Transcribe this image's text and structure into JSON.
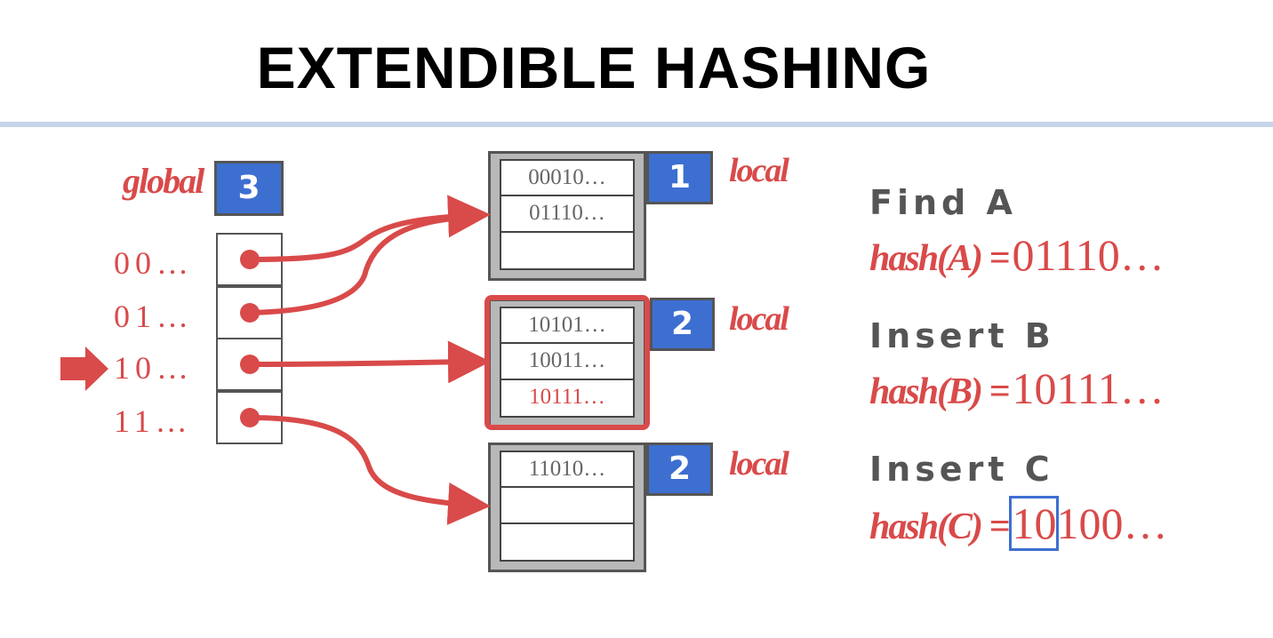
{
  "title": "EXTENDIBLE HASHING",
  "global": {
    "label": "global",
    "depth": "3"
  },
  "directory": [
    {
      "label": "00…"
    },
    {
      "label": "01…"
    },
    {
      "label": "10…"
    },
    {
      "label": "11…"
    }
  ],
  "buckets": [
    {
      "local_label": "local",
      "depth": "1",
      "entries": [
        "00010…",
        "01110…",
        ""
      ]
    },
    {
      "local_label": "local",
      "depth": "2",
      "entries": [
        "10101…",
        "10011…",
        "10111…"
      ]
    },
    {
      "local_label": "local",
      "depth": "2",
      "entries": [
        "11010…",
        "",
        ""
      ]
    }
  ],
  "operations": [
    {
      "op": "Find A",
      "fn": "hash(A) =",
      "value_prefix": "",
      "value_highlight": "",
      "value_rest": "01110…"
    },
    {
      "op": "Insert B",
      "fn": "hash(B) =",
      "value_prefix": "",
      "value_highlight": "",
      "value_rest": "10111…"
    },
    {
      "op": "Insert C",
      "fn": "hash(C) =",
      "value_prefix": "",
      "value_highlight": "10",
      "value_rest": "100…"
    }
  ],
  "colors": {
    "accent_red": "#d94a4a",
    "depth_blue": "#3d6fd1",
    "rule": "#c5d6ea"
  }
}
